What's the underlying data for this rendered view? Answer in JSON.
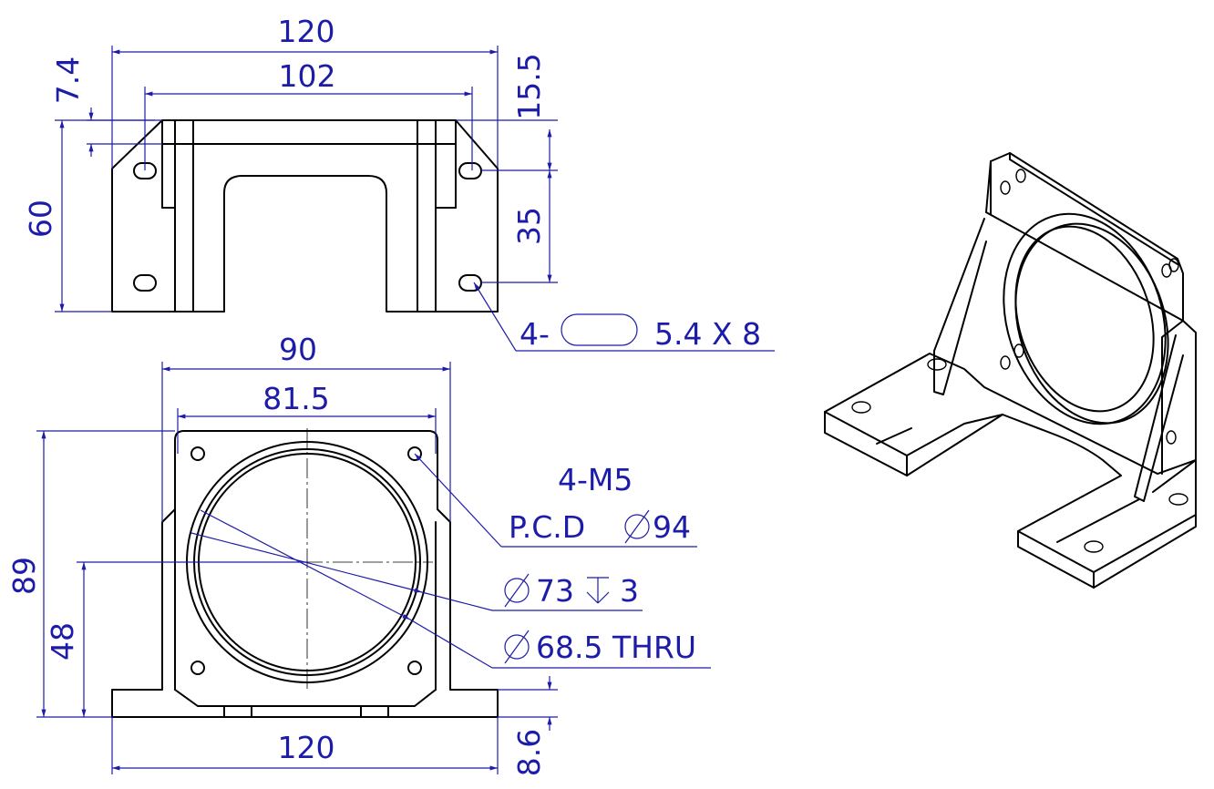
{
  "top_view": {
    "overall_width": "120",
    "slot_pitch": "102",
    "height": "60",
    "chamfer_depth": "7.4",
    "slot_offset": "15.5",
    "slot_spacing": "35",
    "slot_callout_prefix": "4-",
    "slot_callout_size": "5.4 X 8"
  },
  "front_view": {
    "flange_width": "90",
    "hole_pitch": "81.5",
    "total_height": "89",
    "center_height": "48",
    "base_width": "120",
    "base_thickness": "8.6",
    "tapped_holes": "4-M5",
    "pcd_label": "P.C.D",
    "pcd_value": "94",
    "counterbore_dia": "73",
    "counterbore_depth": "3",
    "thru_dia": "68.5 THRU"
  },
  "colors": {
    "dimension": "#1c1ca8",
    "geometry": "#000000"
  }
}
